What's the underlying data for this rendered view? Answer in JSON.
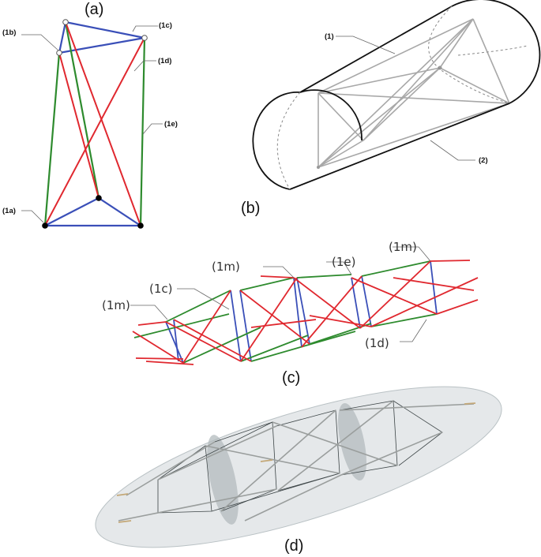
{
  "panels": {
    "a": "(a)",
    "b": "(b)",
    "c": "(c)",
    "d": "(d)"
  },
  "labels_a": {
    "l1a": "(1a)",
    "l1b": "(1b)",
    "l1c": "(1c)",
    "l1d": "(1d)",
    "l1e": "(1e)"
  },
  "labels_b": {
    "l1": "(1)",
    "l2": "(2)"
  },
  "labels_c": {
    "m1": "(1m)",
    "m2": "(1m)",
    "m3": "(1m)",
    "c": "(1c)",
    "e": "(1e)",
    "d": "(1d)"
  },
  "colors": {
    "bar_blue": "#3a4fb8",
    "bar_red": "#e0282f",
    "bar_green": "#2e8b2e",
    "outline_dark": "#111111",
    "bar_gray": "#a8a8a8",
    "hull_fill": "#cfd6d8"
  }
}
